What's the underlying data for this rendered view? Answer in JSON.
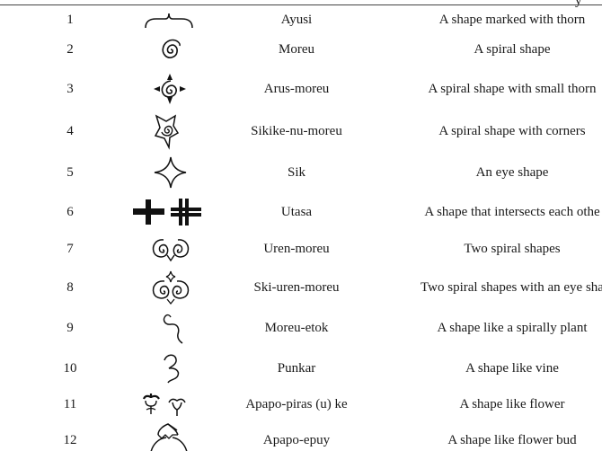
{
  "header": {
    "fragment": "y"
  },
  "rows": [
    {
      "no": "1",
      "pattern_icon": "brace-thorn-icon",
      "name": "Ayusi",
      "description": "A shape marked with thorn"
    },
    {
      "no": "2",
      "pattern_icon": "spiral-icon",
      "name": "Moreu",
      "description": "A spiral shape"
    },
    {
      "no": "3",
      "pattern_icon": "spiral-thorns-icon",
      "name": "Arus-moreu",
      "description": "A spiral shape with small thorn"
    },
    {
      "no": "4",
      "pattern_icon": "spiral-corners-icon",
      "name": "Sikike-nu-moreu",
      "description": "A spiral shape with corners"
    },
    {
      "no": "5",
      "pattern_icon": "eye-diamond-icon",
      "name": "Sik",
      "description": "An eye shape"
    },
    {
      "no": "6",
      "pattern_icon": "crosses-icon",
      "name": "Utasa",
      "description": "A shape that intersects each othe"
    },
    {
      "no": "7",
      "pattern_icon": "double-spiral-icon",
      "name": "Uren-moreu",
      "description": "Two spiral shapes"
    },
    {
      "no": "8",
      "pattern_icon": "double-spiral-eye-icon",
      "name": "Ski-uren-moreu",
      "description": "Two spiral shapes with an eye sha"
    },
    {
      "no": "9",
      "pattern_icon": "spiral-plant-icon",
      "name": "Moreu-etok",
      "description": "A shape like a spirally plant"
    },
    {
      "no": "10",
      "pattern_icon": "vine-icon",
      "name": "Punkar",
      "description": "A shape like vine"
    },
    {
      "no": "11",
      "pattern_icon": "flower-icon",
      "name": "Apapo-piras (u) ke",
      "description": "A shape like flower"
    },
    {
      "no": "12",
      "pattern_icon": "flower-bud-icon",
      "name": "Apapo-epuy",
      "description": "A shape like flower bud"
    }
  ]
}
